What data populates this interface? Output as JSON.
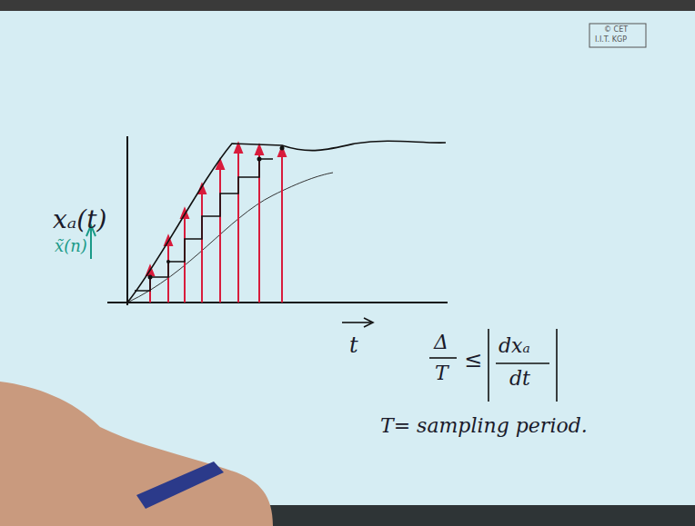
{
  "diagram": {
    "labels": [
      "xₐ(t)",
      "x̃(n)",
      "t",
      "Δ",
      "T",
      "≤",
      "dxₐ",
      "dt",
      "T= sampling period.",
      "© CET",
      "I.I.T. KGP"
    ]
  }
}
